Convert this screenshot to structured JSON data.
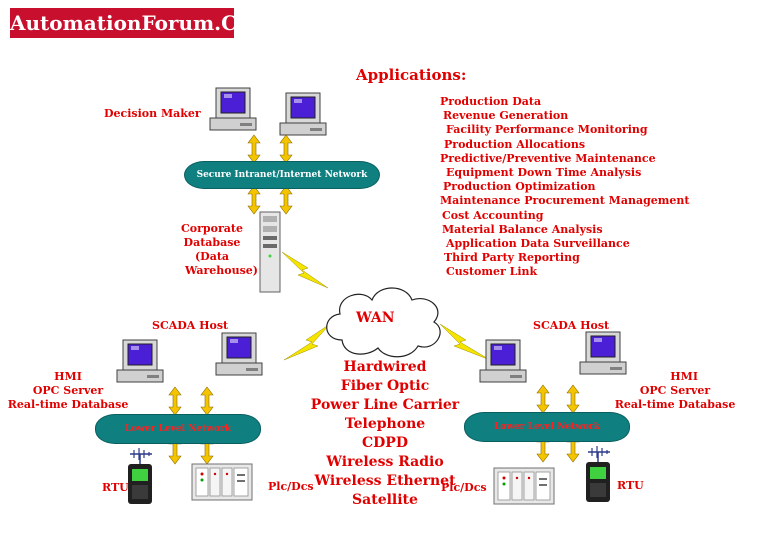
{
  "logo": "AutomationForum.Co",
  "applications": {
    "title": "Applications:",
    "items": [
      "Production Data",
      "Revenue Generation",
      "Facility Performance Monitoring",
      "Production Allocations",
      "Predictive/Preventive Maintenance",
      "Equipment Down Time Analysis",
      "Production Optimization",
      "Maintenance Procurement Management",
      "Cost Accounting",
      "Material Balance Analysis",
      "Application Data Surveillance",
      "Third Party Reporting",
      "Customer Link"
    ]
  },
  "labels": {
    "decision_maker": "Decision Maker",
    "secure_network": "Secure Intranet/Internet Network",
    "corporate_db_1": "Corporate",
    "corporate_db_2": "Database (Data",
    "corporate_db_3": "Warehouse)",
    "wan": "WAN",
    "scada_host_left": "SCADA Host",
    "scada_host_right": "SCADA Host",
    "hmi_left": [
      "HMI",
      "OPC Server",
      "Real-time Database"
    ],
    "hmi_right": [
      "HMI",
      "OPC Server",
      "Real-time Database"
    ],
    "lower_network_left": "Lower Level Network",
    "lower_network_right": "Lower Level Network",
    "rtu_left": "RTU",
    "rtu_right": "RTU",
    "plc_left": "Plc/Dcs",
    "plc_right": "Plc/Dcs"
  },
  "media": [
    "Hardwired",
    "Fiber Optic",
    "Power Line Carrier",
    "Telephone",
    "CDPD",
    "Wireless Radio",
    "Wireless Ethernet",
    "Satellite"
  ],
  "colors": {
    "label_red": "#e00000",
    "logo_bg": "#c8102e",
    "network_teal": "#0f7f80",
    "arrow_yellow": "#f5c400",
    "screen_purple": "#4b1fd6"
  }
}
